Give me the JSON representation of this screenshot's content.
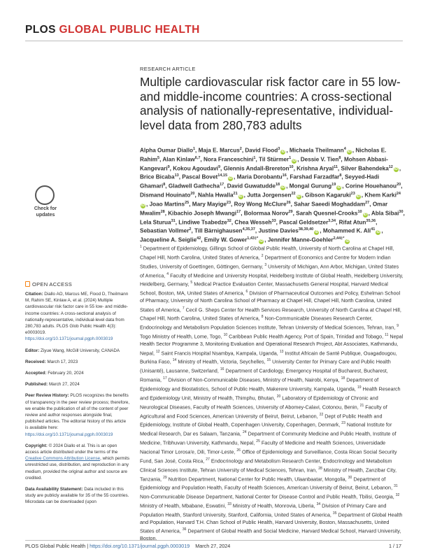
{
  "journal": {
    "prefix": "PLOS",
    "name": "GLOBAL PUBLIC HEALTH"
  },
  "article_type": "RESEARCH ARTICLE",
  "title": "Multiple cardiovascular risk factor care in 55 low- and middle-income countries: A cross-sectional analysis of nationally-representative, individual-level data from 280,783 adults",
  "check_updates": {
    "line1": "Check for",
    "line2": "updates"
  },
  "open_access": "OPEN ACCESS",
  "sidebar": {
    "citation_label": "Citation:",
    "citation_text": "Diallo AO, Marcus ME, Flood D, Theilmann M, Rahim SE, Kinlaw A, et al. (2024) Multiple cardiovascular risk factor care in 55 low- and middle-income countries: A cross-sectional analysis of nationally-representative, individual-level data from 280,783 adults. PLOS Glob Public Health 4(3): e0003019.",
    "citation_doi": "https://doi.org/10.1371/journal.pgph.0003019",
    "editor_label": "Editor:",
    "editor_text": "Ziyue Wang, McGill University, CANADA",
    "received_label": "Received:",
    "received_text": "March 17, 2023",
    "accepted_label": "Accepted:",
    "accepted_text": "February 20, 2024",
    "published_label": "Published:",
    "published_text": "March 27, 2024",
    "peer_label": "Peer Review History:",
    "peer_text": "PLOS recognizes the benefits of transparency in the peer review process; therefore, we enable the publication of all of the content of peer review and author responses alongside final, published articles. The editorial history of this article is available here:",
    "peer_link": "https://doi.org/10.1371/journal.pgph.0003019",
    "copyright_label": "Copyright:",
    "copyright_text1": "© 2024 Diallo et al. This is an open access article distributed under the terms of the",
    "copyright_link": "Creative Commons Attribution License",
    "copyright_text2": ", which permits unrestricted use, distribution, and reproduction in any medium, provided the original author and source are credited.",
    "data_label": "Data Availability Statement:",
    "data_text": "Data included in this study are publicly available for 35 of the 55 countries. Microdata can be downloaded (upon"
  },
  "authors": [
    {
      "name": "Alpha Oumar Diallo",
      "sup": "1",
      "orcid": false
    },
    {
      "name": "Maja E. Marcus",
      "sup": "2",
      "orcid": false
    },
    {
      "name": "David Flood",
      "sup": "3",
      "orcid": true
    },
    {
      "name": "Michaela Theilmann",
      "sup": "4",
      "orcid": true
    },
    {
      "name": "Nicholas E. Rahim",
      "sup": "5",
      "orcid": false
    },
    {
      "name": "Alan Kinlaw",
      "sup": "6,7",
      "orcid": false
    },
    {
      "name": "Nora Franceschini",
      "sup": "1",
      "orcid": false
    },
    {
      "name": "Til Stürmer",
      "sup": "1",
      "orcid": true
    },
    {
      "name": "Dessie V. Tien",
      "sup": "8",
      "orcid": false
    },
    {
      "name": "Mohsen Abbasi-Kangevari",
      "sup": "9",
      "orcid": false
    },
    {
      "name": "Kokou Agoudavi",
      "sup": "9",
      "orcid": false
    },
    {
      "name": "Glennis Andall-Brereton",
      "sup": "10",
      "orcid": false
    },
    {
      "name": "Krishna Aryal",
      "sup": "11",
      "orcid": false
    },
    {
      "name": "Silver Bahendeka",
      "sup": "12",
      "orcid": true
    },
    {
      "name": "Brice Bicaba",
      "sup": "13",
      "orcid": false
    },
    {
      "name": "Pascal Bovet",
      "sup": "14,15",
      "orcid": true
    },
    {
      "name": "Maria Dorobantu",
      "sup": "16",
      "orcid": false
    },
    {
      "name": "Farshad Farzadfar",
      "sup": "8",
      "orcid": false
    },
    {
      "name": "Seyyed-Hadi Ghamari",
      "sup": "8",
      "orcid": false
    },
    {
      "name": "Gladwell Gathecha",
      "sup": "17",
      "orcid": false
    },
    {
      "name": "David Guwatudde",
      "sup": "18",
      "orcid": true
    },
    {
      "name": "Mongal Gurung",
      "sup": "19",
      "orcid": true
    },
    {
      "name": "Corine Houehanou",
      "sup": "20",
      "orcid": false
    },
    {
      "name": "Dismand Houinato",
      "sup": "20",
      "orcid": false
    },
    {
      "name": "Nahla Hwalla",
      "sup": "21",
      "orcid": true
    },
    {
      "name": "Jutta Jorgensen",
      "sup": "22",
      "orcid": true
    },
    {
      "name": "Gibson Kagaruki",
      "sup": "23",
      "orcid": true
    },
    {
      "name": "Khem Karki",
      "sup": "24",
      "orcid": true
    },
    {
      "name": "Joao Martins",
      "sup": "25",
      "orcid": false
    },
    {
      "name": "Mary Mayige",
      "sup": "23",
      "orcid": false
    },
    {
      "name": "Roy Wong McClure",
      "sup": "26",
      "orcid": false
    },
    {
      "name": "Sahar Saeedi Moghaddam",
      "sup": "27",
      "orcid": false
    },
    {
      "name": "Omar Mwalim",
      "sup": "28",
      "orcid": false
    },
    {
      "name": "Kibachio Joseph Mwangi",
      "sup": "17",
      "orcid": false
    },
    {
      "name": "Bolormaa Norov",
      "sup": "29",
      "orcid": false
    },
    {
      "name": "Sarah Quesnel-Crooks",
      "sup": "10",
      "orcid": true
    },
    {
      "name": "Abla Sibai",
      "sup": "30",
      "orcid": false
    },
    {
      "name": "Lela Sturua",
      "sup": "31",
      "orcid": false
    },
    {
      "name": "Lindiwe Tsabedze",
      "sup": "32",
      "orcid": false
    },
    {
      "name": "Chea Wesseh",
      "sup": "33",
      "orcid": false
    },
    {
      "name": "Pascal Geldsetzer",
      "sup": "3,34",
      "orcid": false
    },
    {
      "name": "Rifat Atun",
      "sup": "35,36",
      "orcid": false
    },
    {
      "name": "Sebastian Vollmer",
      "sup": "2",
      "orcid": false
    },
    {
      "name": "Till Bärnighausen",
      "sup": "4,35,37",
      "orcid": false
    },
    {
      "name": "Justine Davies",
      "sup": "38,39,40",
      "orcid": true
    },
    {
      "name": "Mohammed K. Ali",
      "sup": "41",
      "orcid": true
    },
    {
      "name": "Jacqueline A. Seiglie",
      "sup": "42",
      "orcid": false
    },
    {
      "name": "Emily W. Gower",
      "sup": "1,43‡*",
      "orcid": true
    },
    {
      "name": "Jennifer Manne-Goehler",
      "sup": "2,44‡*",
      "orcid": true
    }
  ],
  "affiliations": [
    {
      "n": "1",
      "t": "Department of Epidemiology, Gillings School of Global Public Health, University of North Carolina at Chapel Hill, Chapel Hill, North Carolina, United States of America,"
    },
    {
      "n": "2",
      "t": "Department of Economics and Centre for Modern Indian Studies, University of Goettingen, Göttingen, Germany,"
    },
    {
      "n": "3",
      "t": "University of Michigan, Ann Arbor, Michigan, United States of America,"
    },
    {
      "n": "4",
      "t": "Faculty of Medicine and University Hospital, Heidelberg Institute of Global Health, Heidelberg University, Heidelberg, Germany,"
    },
    {
      "n": "5",
      "t": "Medical Practice Evaluation Center, Massachusetts General Hospital, Harvard Medical School, Boston, MA, United States of America,"
    },
    {
      "n": "6",
      "t": "Division of Pharmaceutical Outcomes and Policy, Eshelman School of Pharmacy, University of North Carolina School of Pharmacy at Chapel Hill, Chapel Hill, North Carolina, United States of America,"
    },
    {
      "n": "7",
      "t": "Cecil G. Sheps Center for Health Services Research, University of North Carolina at Chapel Hill, Chapel Hill, North Carolina, United States of America,"
    },
    {
      "n": "8",
      "t": "Non-Communicable Diseases Research Center, Endocrinology and Metabolism Population Sciences Institute, Tehran University of Medical Sciences, Tehran, Iran,"
    },
    {
      "n": "9",
      "t": "Togo Ministry of Health, Lome, Togo,"
    },
    {
      "n": "10",
      "t": "Caribbean Public Health Agency, Port of Spain, Trinidad and Tobago,"
    },
    {
      "n": "11",
      "t": "Nepal Health Sector Programme 3, Monitoring Evaluation and Operational Research Project, Abt Associates, Kathmandu, Nepal,"
    },
    {
      "n": "12",
      "t": "Saint Francis Hospital Nsambya, Kampala, Uganda,"
    },
    {
      "n": "13",
      "t": "Institut Africain de Santé Publique, Ouagadougou, Burkina Faso,"
    },
    {
      "n": "14",
      "t": "Ministry of Health, Victoria, Seychelles,"
    },
    {
      "n": "15",
      "t": "University Center for Primary Care and Public Health (Unisanté), Lausanne, Switzerland,"
    },
    {
      "n": "16",
      "t": "Department of Cardiology, Emergency Hospital of Bucharest, Bucharest, Romania,"
    },
    {
      "n": "17",
      "t": "Division of Non-Communicable Diseases, Ministry of Health, Nairobi, Kenya,"
    },
    {
      "n": "18",
      "t": "Department of Epidemiology and Biostatistics, School of Public Health, Makerere University, Kampala, Uganda,"
    },
    {
      "n": "19",
      "t": "Health Research and Epidemiology Unit, Ministry of Health, Thimphu, Bhutan,"
    },
    {
      "n": "20",
      "t": "Laboratory of Epidemiology of Chronic and Neurological Diseases, Faculty of Health Sciences, University of Abomey-Calavi, Cotonou, Benin,"
    },
    {
      "n": "21",
      "t": "Faculty of Agricultural and Food Sciences, American University of Beirut, Beirut, Lebanon,"
    },
    {
      "n": "22",
      "t": "Dept of Public Health and Epidemiology, Institute of Global Health, Copenhagen University, Copenhagen, Denmark,"
    },
    {
      "n": "23",
      "t": "National Institute for Medical Research, Dar es Salaam, Tanzania,"
    },
    {
      "n": "24",
      "t": "Department of Community Medicine and Public Health, Institute of Medicine, Tribhuvan University, Kathmandu, Nepal,"
    },
    {
      "n": "25",
      "t": "Faculty of Medicine and Health Sciences, Universidade Nacional Timor Lorosa'e, Dili, Timor-Leste,"
    },
    {
      "n": "26",
      "t": "Office of Epidemiology and Surveillance, Costa Rican Social Security Fund, San José, Costa Rica,"
    },
    {
      "n": "27",
      "t": "Endocrinology and Metabolism Research Center, Endocrinology and Metabolism Clinical Sciences Institute, Tehran University of Medical Sciences, Tehran, Iran,"
    },
    {
      "n": "28",
      "t": "Ministry of Health, Zanzibar City, Tanzania,"
    },
    {
      "n": "29",
      "t": "Nutrition Department, National Center for Public Health, Ulaanbaatar, Mongolia,"
    },
    {
      "n": "30",
      "t": "Department of Epidemiology and Population Health, Faculty of Health Sciences, American University of Beirut, Beirut, Lebanon,"
    },
    {
      "n": "31",
      "t": "Non-Communicable Disease Department, National Center for Disease Control and Public Health, Tbilisi, Georgia,"
    },
    {
      "n": "32",
      "t": "Ministry of Health, Mbabane, Eswatini,"
    },
    {
      "n": "33",
      "t": "Ministry of Health, Monrovia, Liberia,"
    },
    {
      "n": "34",
      "t": "Division of Primary Care and Population Health, Stanford University, Stanford, California, United States of America,"
    },
    {
      "n": "35",
      "t": "Department of Global Health and Population, Harvard T.H. Chan School of Public Health, Harvard University, Boston, Massachusetts, United States of America,"
    },
    {
      "n": "36",
      "t": "Department of Global Health and Social Medicine, Harvard Medical School, Harvard University, Boston,"
    }
  ],
  "footer": {
    "journal": "PLOS Global Public Health",
    "sep": " | ",
    "doi": "https://doi.org/10.1371/journal.pgph.0003019",
    "date": "March 27, 2024",
    "page": "1 / 17"
  },
  "colors": {
    "brand_red": "#d0302f",
    "link_blue": "#3a6ea5",
    "orcid_green": "#a6ce39"
  }
}
